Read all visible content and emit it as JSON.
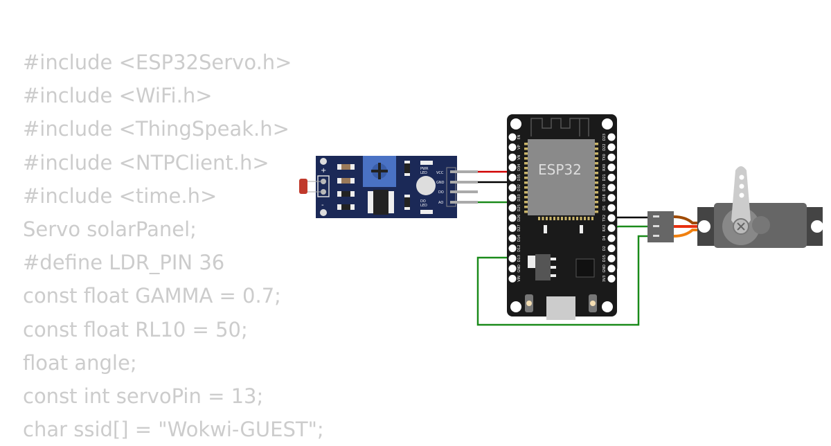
{
  "code_lines": [
    "#include <ESP32Servo.h>",
    "#include <WiFi.h>",
    "#include <ThingSpeak.h>",
    "#include <NTPClient.h>",
    "#include <time.h>",
    "Servo solarPanel;",
    "#define LDR_PIN 36",
    "const float GAMMA = 0.7;",
    "const float RL10 = 50;",
    "float angle;",
    "const int servoPin = 13;",
    "char ssid[] = \"Wokwi-GUEST\";"
  ],
  "esp32": {
    "label": "ESP32",
    "left_pins": [
      "EN",
      "VP",
      "VN",
      "D34",
      "D35",
      "D32",
      "D33",
      "D25",
      "D26",
      "D27",
      "D14",
      "D12",
      "D13",
      "GND",
      "VIN"
    ],
    "right_pins": [
      "D23",
      "D22",
      "TX0",
      "RX0",
      "D21",
      "D19",
      "D18",
      "D5",
      "TX2",
      "RX2",
      "D4",
      "D2",
      "D15",
      "GND",
      "3V3"
    ]
  },
  "ldr_module": {
    "pins": [
      "VCC",
      "GND",
      "DO",
      "AO"
    ],
    "pwr_led": [
      "PWR",
      "LED"
    ],
    "do_led": [
      "DO",
      "LED"
    ],
    "plus": "+",
    "minus": "-"
  },
  "colors": {
    "code": "#cccccc",
    "board": "#1a1a1a",
    "module": "#1b2957",
    "wire_red": "#d00000",
    "wire_black": "#000000",
    "wire_green": "#1a8a1a"
  }
}
